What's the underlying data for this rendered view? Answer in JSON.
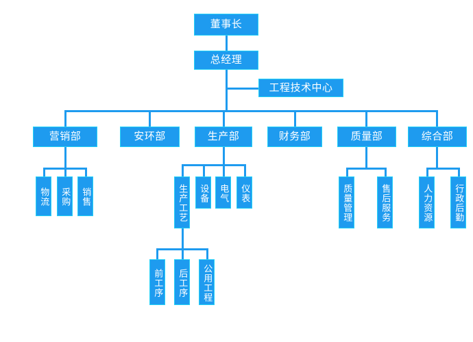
{
  "chart_title": "",
  "theme": {
    "node_fill": "#1e9bef",
    "node_border": "#24d2f7",
    "node_text": "#ffffff",
    "connector": "#1e9bef",
    "background": "#ffffff"
  },
  "nodes": {
    "chairman": {
      "label": "董事长",
      "level": 1
    },
    "general_manager": {
      "label": "总经理",
      "level": 2
    },
    "engineering_center": {
      "label": "工程技术中心",
      "level": 3
    },
    "dept_marketing": {
      "label": "营销部",
      "level": 4
    },
    "dept_safety_env": {
      "label": "安环部",
      "level": 4
    },
    "dept_production": {
      "label": "生产部",
      "level": 4
    },
    "dept_finance": {
      "label": "财务部",
      "level": 4
    },
    "dept_quality": {
      "label": "质量部",
      "level": 4
    },
    "dept_general_affairs": {
      "label": "综合部",
      "level": 4
    },
    "sub_logistics": {
      "label": "物流",
      "level": 5
    },
    "sub_purchasing": {
      "label": "采购",
      "level": 5
    },
    "sub_sales": {
      "label": "销售",
      "level": 5
    },
    "sub_process": {
      "label": "生产工艺",
      "level": 5
    },
    "sub_equipment": {
      "label": "设备",
      "level": 5
    },
    "sub_electrical": {
      "label": "电气",
      "level": 5
    },
    "sub_instrument": {
      "label": "仪表",
      "level": 5
    },
    "sub_quality_mgmt": {
      "label": "质量管理",
      "level": 5
    },
    "sub_after_sales": {
      "label": "售后服务",
      "level": 5
    },
    "sub_human_resources": {
      "label": "人力资源",
      "level": 5
    },
    "sub_admin_logistics": {
      "label": "行政后勤",
      "level": 5
    },
    "sub_front_process": {
      "label": "前工序",
      "level": 6
    },
    "sub_back_process": {
      "label": "后工序",
      "level": 6
    },
    "sub_utility_works": {
      "label": "公用工程",
      "level": 6
    }
  },
  "hierarchy": {
    "root": "董事长",
    "edges": [
      [
        "董事长",
        "总经理"
      ],
      [
        "总经理",
        "工程技术中心"
      ],
      [
        "总经理",
        "营销部"
      ],
      [
        "总经理",
        "安环部"
      ],
      [
        "总经理",
        "生产部"
      ],
      [
        "总经理",
        "财务部"
      ],
      [
        "总经理",
        "质量部"
      ],
      [
        "总经理",
        "综合部"
      ],
      [
        "营销部",
        "物流"
      ],
      [
        "营销部",
        "采购"
      ],
      [
        "营销部",
        "销售"
      ],
      [
        "生产部",
        "生产工艺"
      ],
      [
        "生产部",
        "设备"
      ],
      [
        "生产部",
        "电气"
      ],
      [
        "生产部",
        "仪表"
      ],
      [
        "质量部",
        "质量管理"
      ],
      [
        "质量部",
        "售后服务"
      ],
      [
        "综合部",
        "人力资源"
      ],
      [
        "综合部",
        "行政后勤"
      ],
      [
        "生产工艺",
        "前工序"
      ],
      [
        "生产工艺",
        "后工序"
      ],
      [
        "生产工艺",
        "公用工程"
      ]
    ]
  }
}
